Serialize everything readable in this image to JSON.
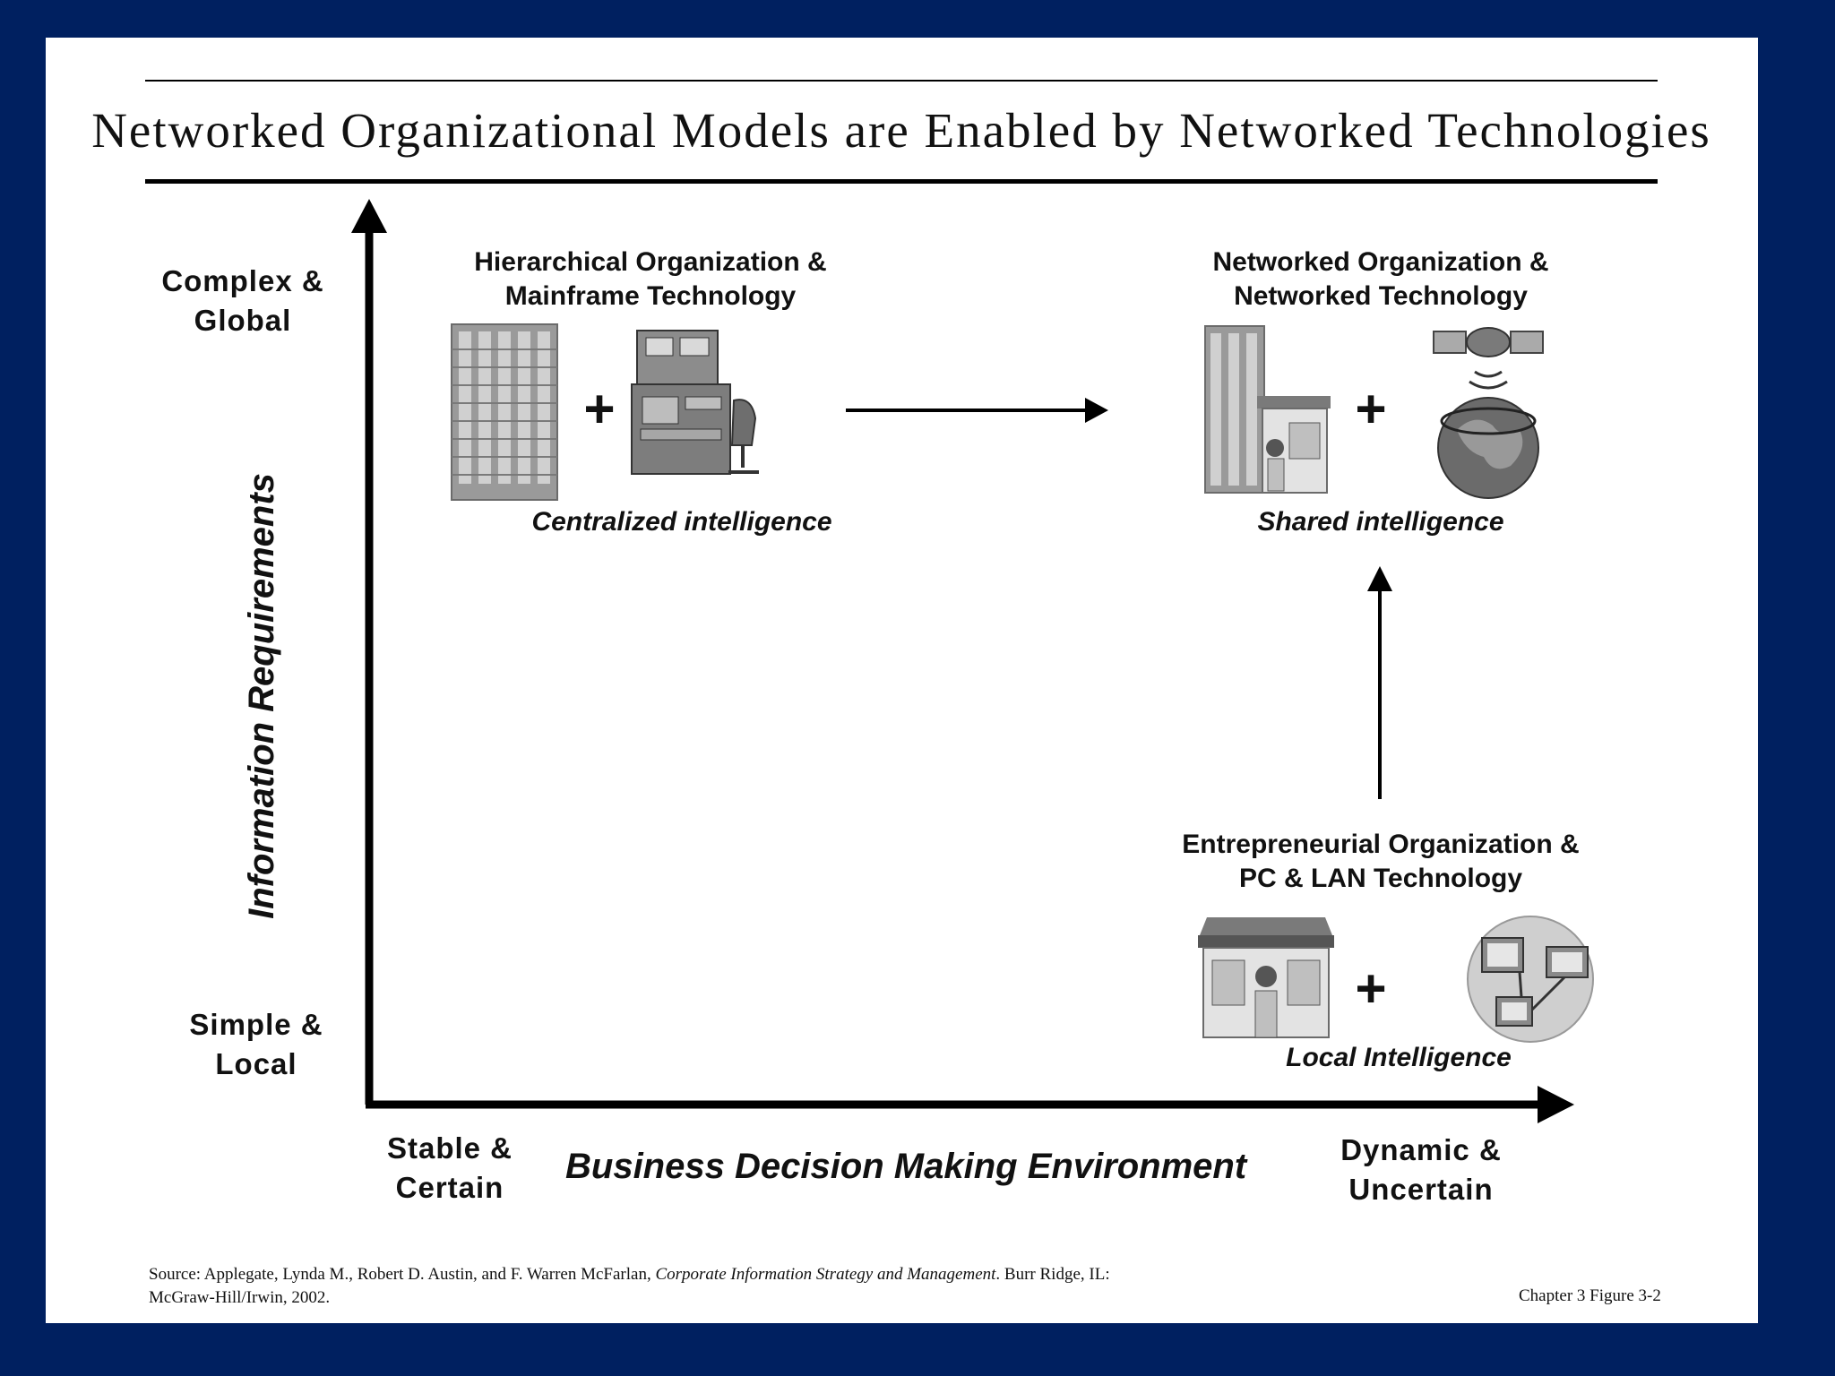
{
  "slide": {
    "title": "Networked Organizational Models are Enabled by Networked Technologies"
  },
  "axes": {
    "y_label": "Information Requirements",
    "y_top_line1": "Complex &",
    "y_top_line2": "Global",
    "y_bottom_line1": "Simple &",
    "y_bottom_line2": "Local",
    "x_label": "Business Decision Making Environment",
    "x_left_line1": "Stable &",
    "x_left_line2": "Certain",
    "x_right_line1": "Dynamic &",
    "x_right_line2": "Uncertain"
  },
  "nodes": {
    "hierarchical": {
      "title_line1": "Hierarchical Organization &",
      "title_line2": "Mainframe Technology",
      "plus": "+",
      "subtitle": "Centralized intelligence",
      "icons": [
        "office-tower-icon",
        "mainframe-computer-icon"
      ]
    },
    "networked": {
      "title_line1": "Networked Organization &",
      "title_line2": "Networked Technology",
      "plus": "+",
      "subtitle": "Shared intelligence",
      "icons": [
        "tower-and-office-icon",
        "satellite-globe-icon"
      ]
    },
    "entrepreneurial": {
      "title_line1": "Entrepreneurial Organization &",
      "title_line2": "PC & LAN Technology",
      "plus": "+",
      "subtitle": "Local Intelligence",
      "icons": [
        "small-office-icon",
        "pc-lan-icon"
      ]
    }
  },
  "footer": {
    "source_prefix": "Source: Applegate, Lynda M., Robert D. Austin, and F. Warren McFarlan, ",
    "source_book": "Corporate Information Strategy and Management",
    "source_suffix": ". Burr Ridge, IL:",
    "source_line2": "McGraw-Hill/Irwin, 2002.",
    "figure_ref": "Chapter 3 Figure 3-2"
  },
  "colors": {
    "background": "#002060",
    "slide": "#ffffff",
    "ink": "#000000"
  }
}
